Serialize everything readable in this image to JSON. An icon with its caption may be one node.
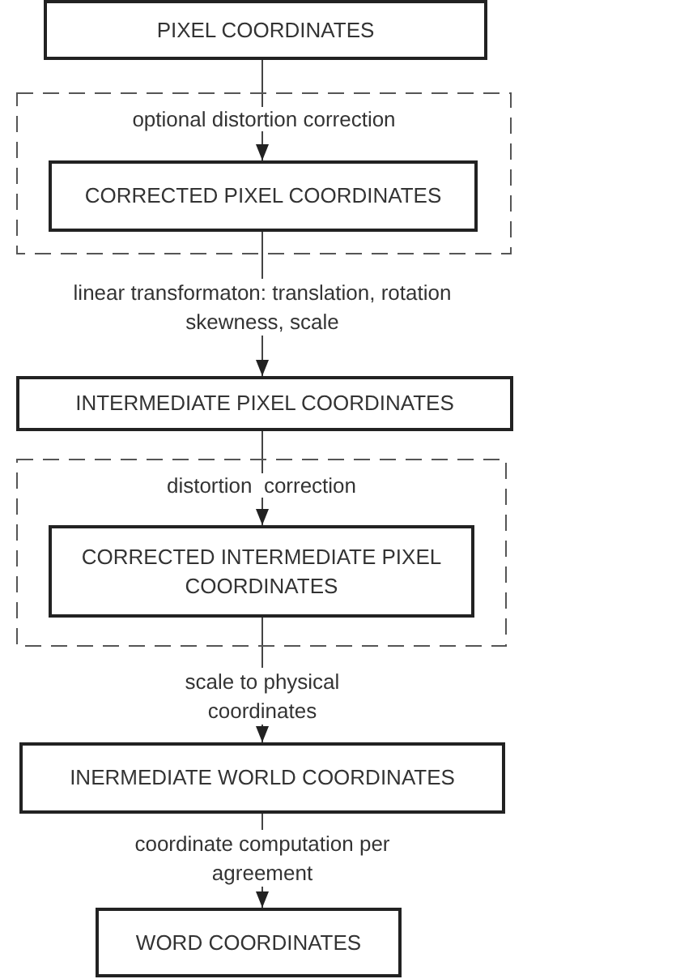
{
  "diagram": {
    "nodes": [
      {
        "text": [
          "PIXEL  COORDINATES"
        ]
      },
      {
        "text": [
          "optional distortion correction"
        ]
      },
      {
        "text": [
          "CORRECTED PIXEL COORDINATES"
        ],
        "in": 1
      },
      {
        "text": [
          "INTERMEDIATE PIXEL COORDINATES"
        ]
      },
      {
        "text": [
          "distortion  correction"
        ]
      },
      {
        "text": [
          "CORRECTED INTERMEDIATE PIXEL COORDINATES"
        ],
        "in": 4
      },
      {
        "text": [
          "INERMEDIATE WORLD COORDINATES"
        ]
      },
      {
        "text": [
          "WORD COORDINATES"
        ]
      }
    ],
    "edges": [
      {
        "from": 0,
        "to": 2,
        "arrow": "to"
      },
      {
        "from": 2,
        "to": 3,
        "arrow": "to",
        "label": "linear transformaton: translation, rotation skewness, scale"
      },
      {
        "from": 3,
        "to": 5,
        "arrow": "to"
      },
      {
        "from": 5,
        "to": 6,
        "arrow": "to",
        "label": "scale to physical coordinates"
      },
      {
        "from": 6,
        "to": 7,
        "arrow": "to",
        "label": "coordinate computation per agreement"
      }
    ]
  }
}
